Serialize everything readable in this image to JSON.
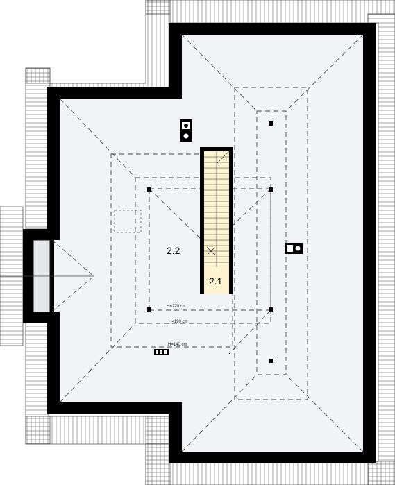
{
  "rooms": [
    {
      "id": "2.2",
      "label": "2.2"
    },
    {
      "id": "2.1",
      "label": "2.1"
    }
  ],
  "height_lines": [
    {
      "label": "H=220  cm"
    },
    {
      "label": "H=190  cm"
    },
    {
      "label": "H=140  cm"
    }
  ],
  "colors": {
    "wall": "#000000",
    "floor": "#f2f3f4",
    "roof_hatch": "#555555",
    "stair": "#fdf3d0",
    "window_glass": "#e6e7ea",
    "dashed": "#444444"
  },
  "symbols": [
    "outlet-icon",
    "outlet-icon",
    "outlet-icon"
  ]
}
